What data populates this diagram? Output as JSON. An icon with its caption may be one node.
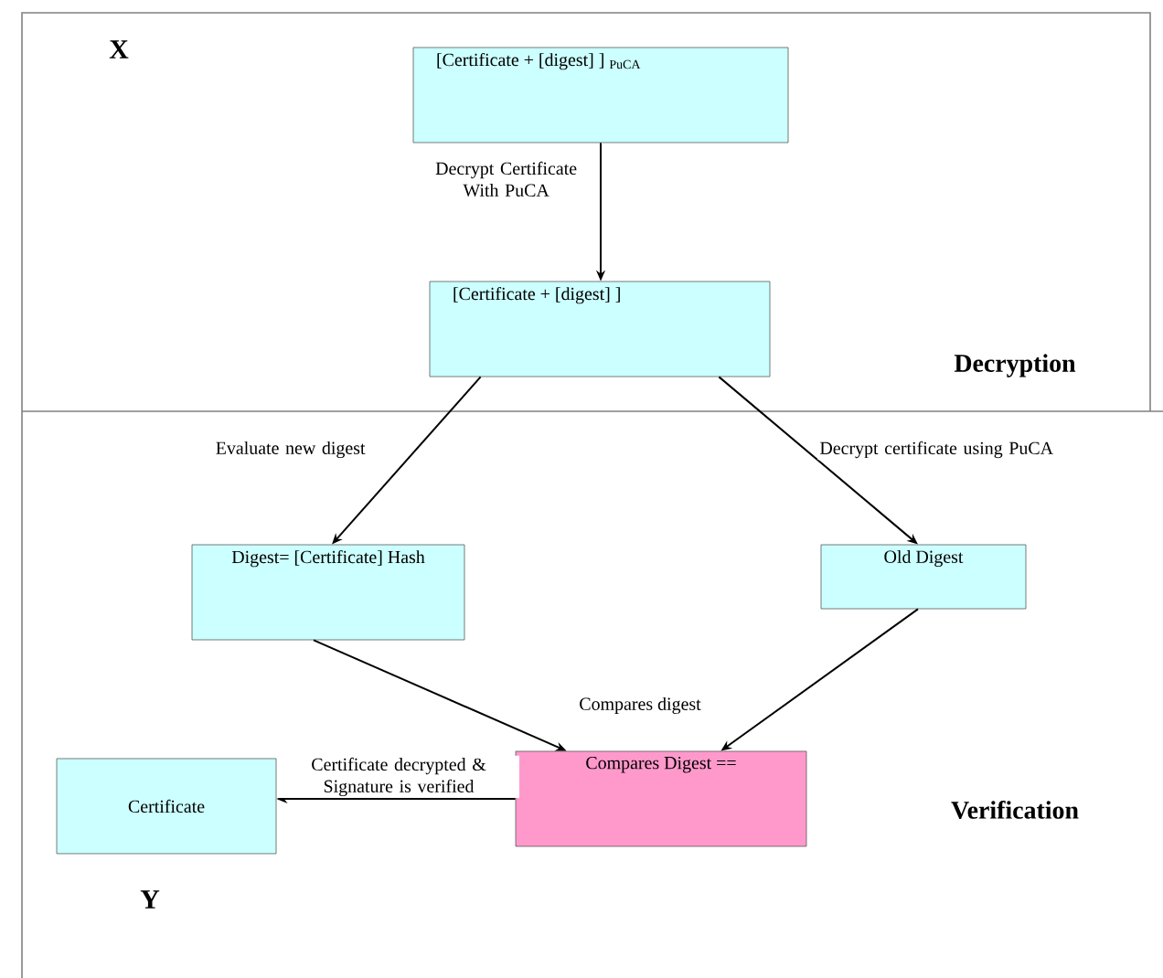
{
  "diagram": {
    "nodes": [
      {
        "text": [
          "[Certificate + [digest] ] $_{PuCA}$"
        ]
      },
      {
        "text": [
          "[Certificate + [digest] ]"
        ]
      },
      {
        "text": [
          "Digest= [Certificate] Hash"
        ]
      },
      {
        "text": [
          "Old Digest"
        ]
      },
      {
        "text": [
          "Compares Digest =="
        ]
      },
      {
        "text": [
          "Certificate"
        ]
      }
    ],
    "edges": [
      {
        "from": 0,
        "to": 1,
        "arrow": "to",
        "label": "Decrypt Certificate With PuCA"
      },
      {
        "from": 1,
        "to": 2,
        "arrow": "to",
        "label": "Evaluate new digest"
      },
      {
        "from": 1,
        "to": 3,
        "arrow": "to",
        "label": "Decrypt certificate using PuCA"
      },
      {
        "from": 2,
        "to": 4,
        "arrow": "to"
      },
      {
        "from": 3,
        "to": 4,
        "arrow": "to"
      },
      {
        "from": 4,
        "to": 5,
        "arrow": "to",
        "label": "Certificate decrypted & Signature is verified"
      }
    ],
    "labels": [
      "X",
      "Decryption",
      "Compares digest",
      "Verification",
      "Y"
    ]
  }
}
